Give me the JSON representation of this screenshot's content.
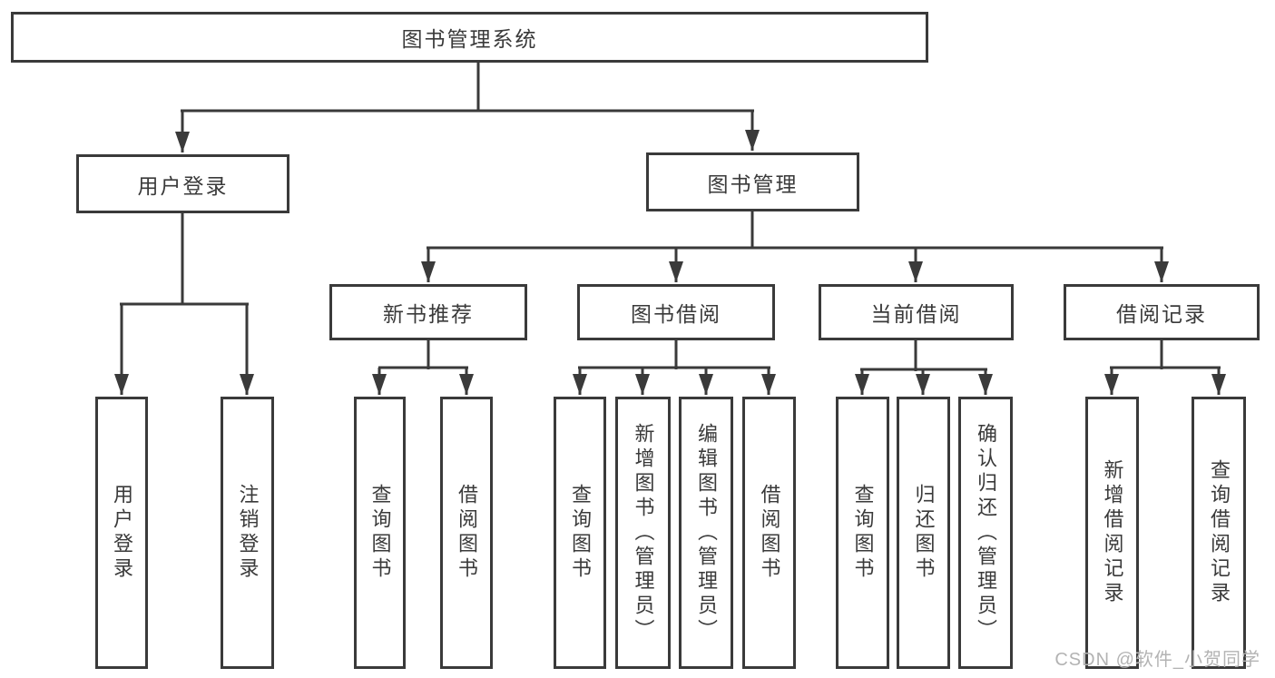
{
  "diagram": {
    "root": {
      "label": "图书管理系统"
    },
    "level2": [
      {
        "id": "user-login",
        "label": "用户登录"
      },
      {
        "id": "book-mgmt",
        "label": "图书管理"
      }
    ],
    "level3": [
      {
        "id": "new-book-rec",
        "label": "新书推荐"
      },
      {
        "id": "book-borrow",
        "label": "图书借阅"
      },
      {
        "id": "current-borrow",
        "label": "当前借阅"
      },
      {
        "id": "borrow-records",
        "label": "借阅记录"
      }
    ],
    "leaves": {
      "user_login": [
        {
          "label": "用户登录"
        },
        {
          "label": "注销登录"
        }
      ],
      "new_book_rec": [
        {
          "label": "查询图书"
        },
        {
          "label": "借阅图书"
        }
      ],
      "book_borrow": [
        {
          "label": "查询图书"
        },
        {
          "label": "新增图书（管理员）"
        },
        {
          "label": "编辑图书（管理员）"
        },
        {
          "label": "借阅图书"
        }
      ],
      "current_borrow": [
        {
          "label": "查询图书"
        },
        {
          "label": "归还图书"
        },
        {
          "label": "确认归还（管理员）"
        }
      ],
      "borrow_records": [
        {
          "label": "新增借阅记录"
        },
        {
          "label": "查询借阅记录"
        }
      ]
    }
  },
  "watermark": {
    "text": "CSDN @软件_小贺同学"
  },
  "colors": {
    "line": "#3a3a3a",
    "text": "#3a3a3a",
    "watermark": "#b3b3b3",
    "background": "#ffffff"
  }
}
